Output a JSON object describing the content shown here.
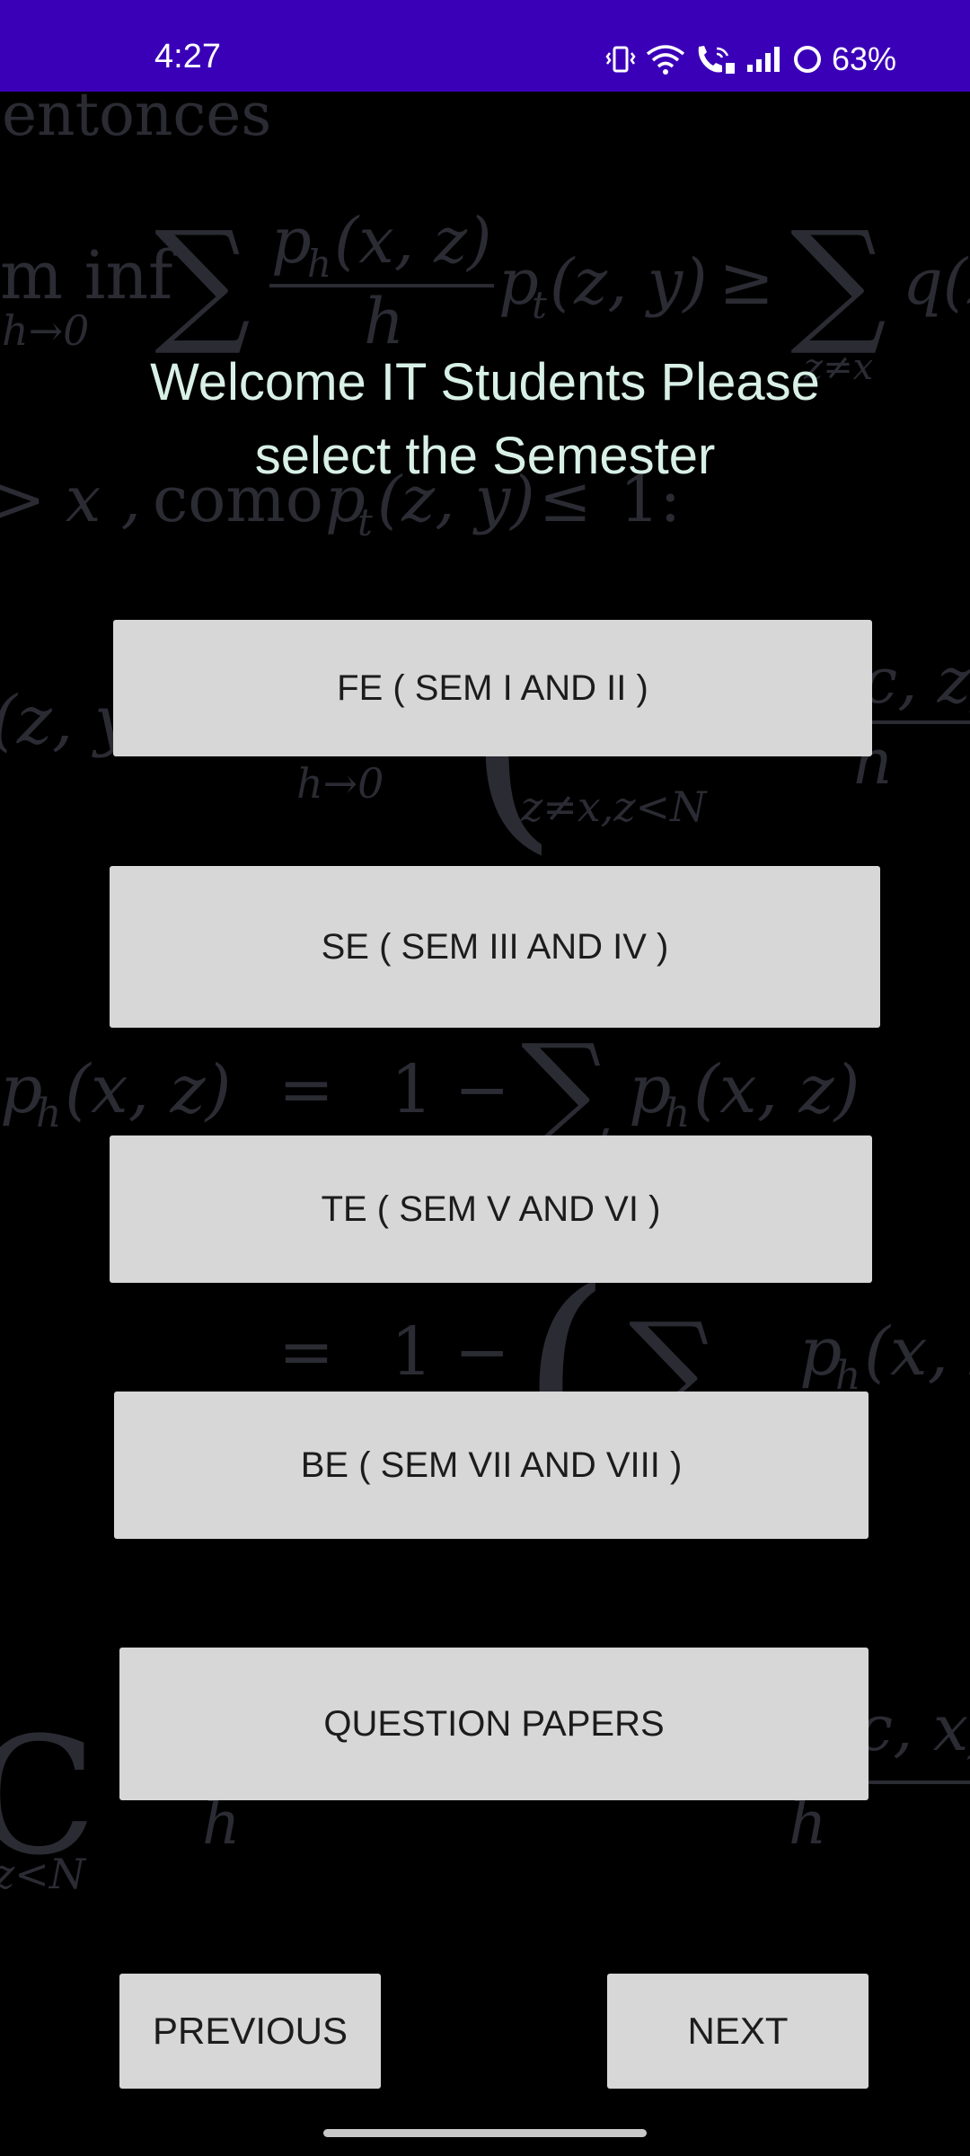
{
  "status_bar": {
    "time": "4:27",
    "battery_percent": "63%",
    "icons": [
      "vibrate-icon",
      "wifi-icon",
      "wifi-calling-icon",
      "signal-icon",
      "battery-icon"
    ],
    "color": "#3a00b8"
  },
  "welcome": {
    "line1": "Welcome IT  Students Please",
    "line2": "select the Semester"
  },
  "buttons": {
    "fe": "FE ( SEM I AND II )",
    "se": "SE ( SEM III AND  IV )",
    "te": "TE ( SEM V AND VI )",
    "be": "BE ( SEM VII AND VIII )",
    "question_papers": "QUESTION PAPERS",
    "previous": "PREVIOUS",
    "next": "NEXT"
  },
  "background": {
    "word_entonces": "entonces",
    "word_como": "como",
    "liminf": "m inf",
    "sub_h0": "h→0",
    "sum": "∑",
    "ph_xz": "p",
    "h_sub": "h",
    "xz": "(x, z)",
    "pt_zy": "p",
    "t_sub": "t",
    "zy": "(z, y)",
    "geq": "≥",
    "leq": "≤",
    "q_open": "q(z",
    "denom_h": "h",
    "z_neq_x": "z≠x",
    "gt_x": "> x ,",
    "one": "1:",
    "z_open": "(z, y",
    "zx_zlessN": "z≠x,z<N",
    "xz_close": "c, z)",
    "eq": "=",
    "one_minus": "1 −",
    "xz2": "(x, z",
    "big_c": "C",
    "lessN": "z<N",
    "xx_close": "c, x)",
    "lparen": "(",
    "rparen": "("
  }
}
